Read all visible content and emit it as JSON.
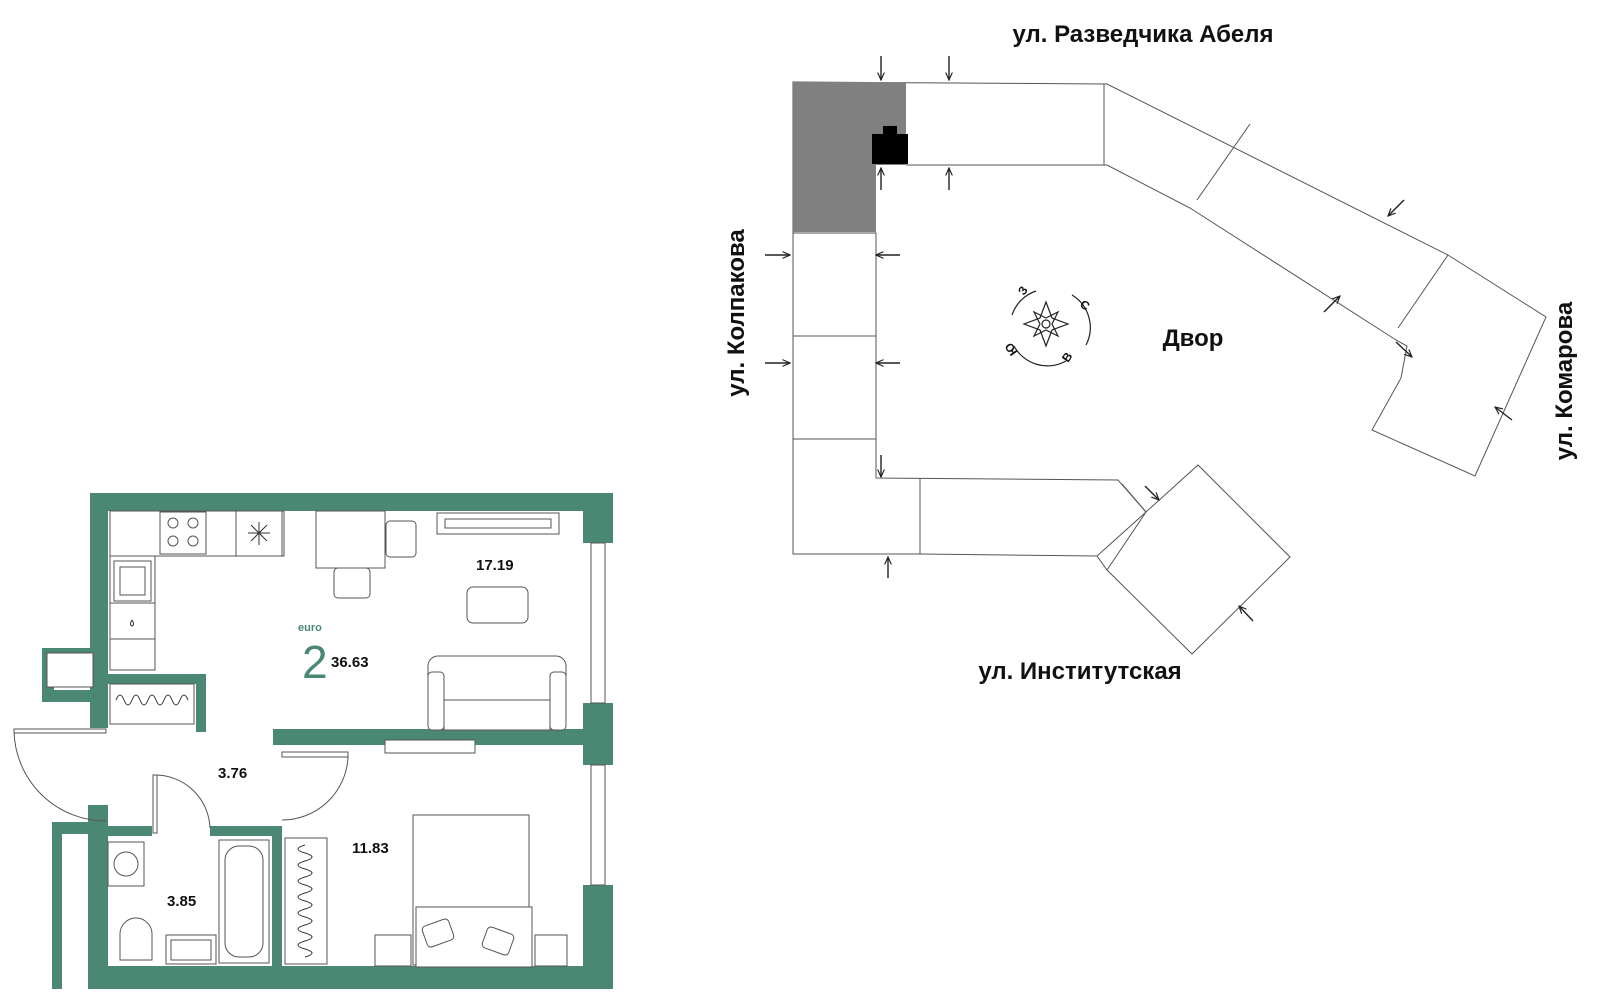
{
  "colors": {
    "wall": "#4b8873",
    "selected_section": "#808080",
    "selected_unit": "#000000",
    "line": "#555555",
    "text": "#111111"
  },
  "apartment": {
    "type_label": "euro",
    "rooms": "2",
    "total_area": "36.63",
    "areas": {
      "living_kitchen": "17.19",
      "hall": "3.76",
      "bathroom": "3.85",
      "bedroom": "11.83"
    }
  },
  "site": {
    "streets": {
      "north": "ул. Разведчика Абеля",
      "west": "ул. Колпакова",
      "east": "ул. Комарова",
      "south": "ул. Институтская"
    },
    "courtyard": "Двор",
    "compass": {
      "north": "С",
      "east": "В",
      "south": "Ю",
      "west": "З"
    }
  }
}
